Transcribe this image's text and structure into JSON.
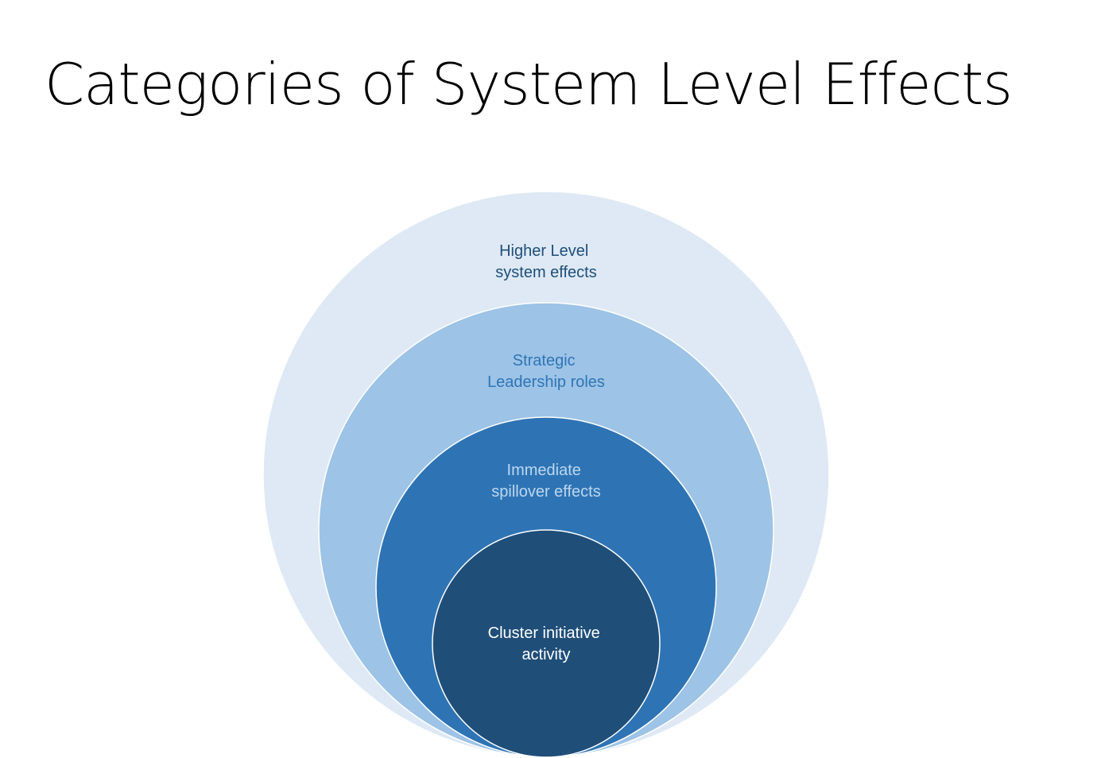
{
  "title": "Categories of System Level Effects",
  "diagram": {
    "levels": [
      {
        "line1": "Higher Level",
        "line2": "system effects",
        "fill": "#DEE9F5",
        "text_color": "#1F4E79"
      },
      {
        "line1": "Strategic",
        "line2": "Leadership roles",
        "fill": "#9DC3E6",
        "text_color": "#2E75B6"
      },
      {
        "line1": "Immediate",
        "line2": "spillover effects",
        "fill": "#2E74B5",
        "text_color": "#BDD7EE"
      },
      {
        "line1": "Cluster initiative",
        "line2": "activity",
        "fill": "#1F4E79",
        "text_color": "#FFFFFF"
      }
    ]
  }
}
